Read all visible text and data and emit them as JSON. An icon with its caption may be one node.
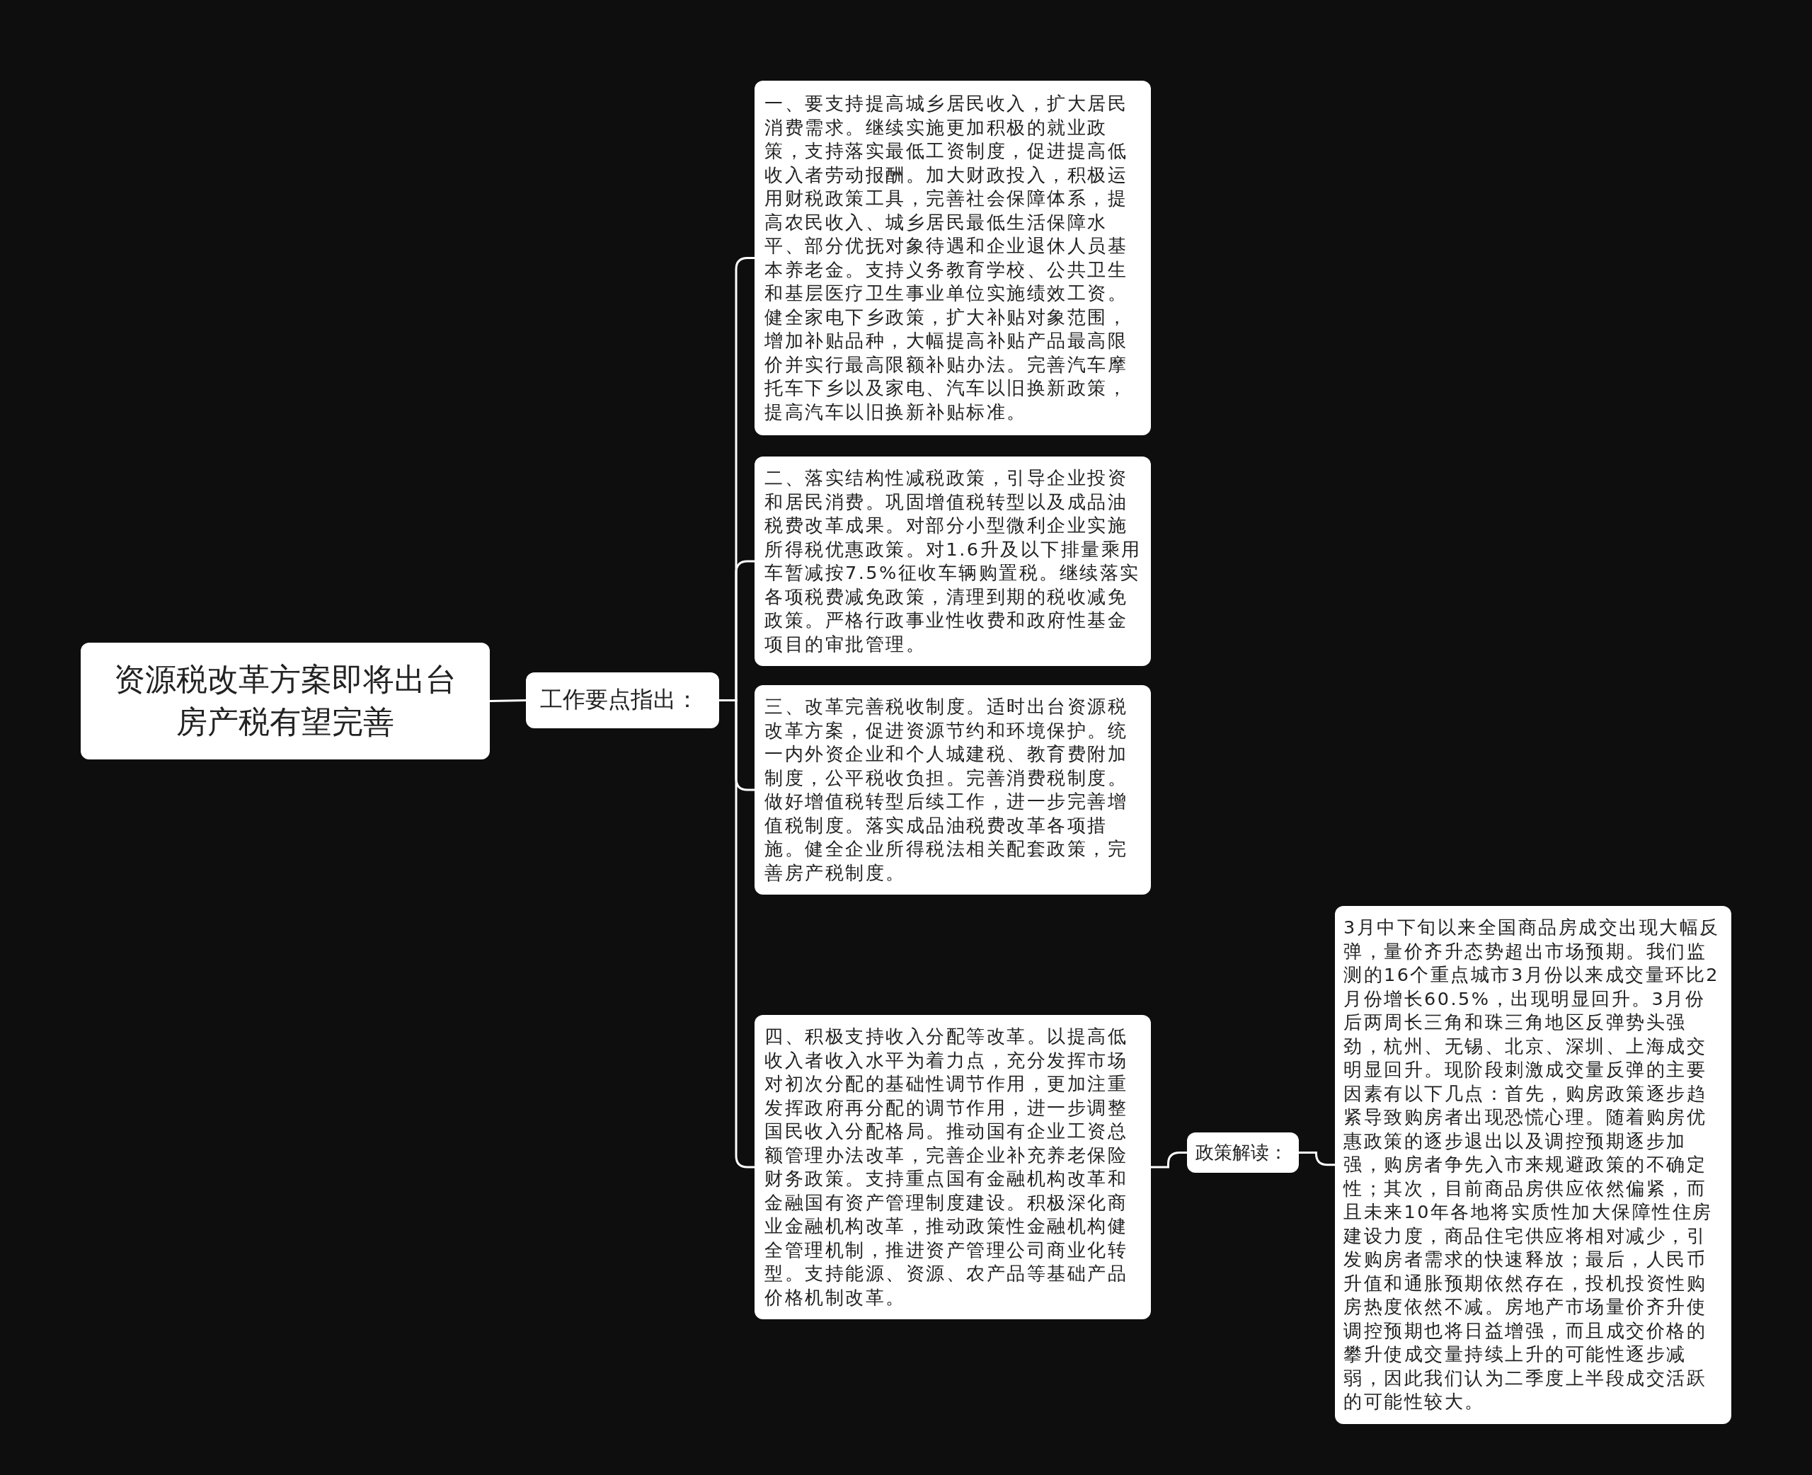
{
  "diagram": {
    "nodes": [
      {
        "text": [
          "资源税改革方案即将出台房产税有望完善"
        ]
      },
      {
        "text": [
          "工作要点指出："
        ]
      },
      {
        "text": [
          "一、要支持提高城乡居民收入，扩大居民消费需求。继续实施更加积极的就业政策，支持落实最低工资制度，促进提高低收入者劳动报酬。加大财政投入，积极运用财税政策工具，完善社会保障体系，提高农民收入、城乡居民最低生活保障水平、部分优抚对象待遇和企业退休人员基本养老金。支持义务教育学校、公共卫生和基层医疗卫生事业单位实施绩效工资。健全家电下乡政策，扩大补贴对象范围，增加补贴品种，大幅提高补贴产品最高限价并实行最高限额补贴办法。完善汽车摩托车下乡以及家电、汽车以旧换新政策，提高汽车以旧换新补贴标准。"
        ]
      },
      {
        "text": [
          "二、落实结构性减税政策，引导企业投资和居民消费。巩固增值税转型以及成品油税费改革成果。对部分小型微利企业实施所得税优惠政策。对1.6升及以下排量乘用车暂减按7.5%征收车辆购置税。继续落实各项税费减免政策，清理到期的税收减免政策。严格行政事业性收费和政府性基金项目的审批管理。"
        ]
      },
      {
        "text": [
          "三、改革完善税收制度。适时出台资源税改革方案，促进资源节约和环境保护。统一内外资企业和个人城建税、教育费附加制度，公平税收负担。完善消费税制度。做好增值税转型后续工作，进一步完善增值税制度。落实成品油税费改革各项措施。健全企业所得税法相关配套政策，完善房产税制度。"
        ]
      },
      {
        "text": [
          "四、积极支持收入分配等改革。以提高低收入者收入水平为着力点，充分发挥市场对初次分配的基础性调节作用，更加注重发挥政府再分配的调节作用，进一步调整国民收入分配格局。推动国有企业工资总额管理办法改革，完善企业补充养老保险财务政策。支持重点国有金融机构改革和金融国有资产管理制度建设。积极深化商业金融机构改革，推动政策性金融机构健全管理机制，推进资产管理公司商业化转型。支持能源、资源、农产品等基础产品价格机制改革。"
        ]
      },
      {
        "text": [
          "政策解读："
        ]
      },
      {
        "text": [
          "3月中下旬以来全国商品房成交出现大幅反弹，量价齐升态势超出市场预期。我们监测的16个重点城市3月份以来成交量环比2月份增长60.5%，出现明显回升。3月份后两周长三角和珠三角地区反弹势头强劲，杭州、无锡、北京、深圳、上海成交明显回升。现阶段刺激成交量反弹的主要因素有以下几点：首先，购房政策逐步趋紧导致购房者出现恐慌心理。随着购房优惠政策的逐步退出以及调控预期逐步加强，购房者争先入市来规避政策的不确定性；其次，目前商品房供应依然偏紧，而且未来10年各地将实质性加大保障性住房建设力度，商品住宅供应将相对减少，引发购房者需求的快速释放；最后，人民币升值和通胀预期依然存在，投机投资性购房热度依然不减。房地产市场量价齐升使调控预期也将日益增强，而且成交价格的攀升使成交量持续上升的可能性逐步减弱，因此我们认为二季度上半段成交活跃的可能性较大。"
        ]
      }
    ],
    "edges": [
      {
        "from": 0,
        "to": 1,
        "arrow": "none"
      },
      {
        "from": 1,
        "to": 2,
        "arrow": "none"
      },
      {
        "from": 1,
        "to": 3,
        "arrow": "none"
      },
      {
        "from": 1,
        "to": 4,
        "arrow": "none"
      },
      {
        "from": 1,
        "to": 5,
        "arrow": "none"
      },
      {
        "from": 5,
        "to": 6,
        "arrow": "none"
      },
      {
        "from": 6,
        "to": 7,
        "arrow": "none"
      }
    ]
  }
}
